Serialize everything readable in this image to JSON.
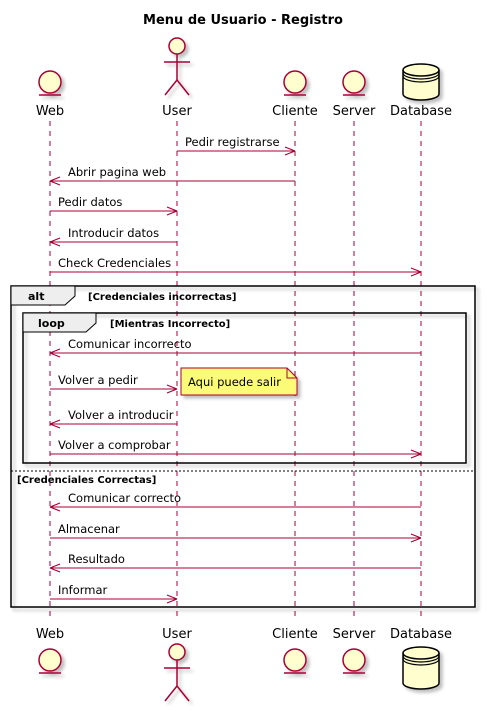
{
  "title": "Menu de Usuario - Registro",
  "colors": {
    "line": "#a80036",
    "participant_fill": "#fefece",
    "note_fill": "#fbfb77",
    "frame": "#000000"
  },
  "participants": [
    {
      "id": "web",
      "label": "Web",
      "kind": "entity-icon"
    },
    {
      "id": "user",
      "label": "User",
      "kind": "actor-icon"
    },
    {
      "id": "cliente",
      "label": "Cliente",
      "kind": "entity-icon"
    },
    {
      "id": "server",
      "label": "Server",
      "kind": "entity-icon"
    },
    {
      "id": "database",
      "label": "Database",
      "kind": "database-icon"
    }
  ],
  "messages": [
    {
      "from": "user",
      "to": "cliente",
      "label": "Pedir registrarse"
    },
    {
      "from": "cliente",
      "to": "web",
      "label": "Abrir pagina web"
    },
    {
      "from": "web",
      "to": "user",
      "label": "Pedir datos"
    },
    {
      "from": "user",
      "to": "web",
      "label": "Introducir datos"
    },
    {
      "from": "web",
      "to": "database",
      "label": "Check Credenciales"
    },
    {
      "from": "database",
      "to": "web",
      "label": "Comunicar incorrecto"
    },
    {
      "from": "web",
      "to": "user",
      "label": "Volver a pedir"
    },
    {
      "from": "user",
      "to": "web",
      "label": "Volver a introducir"
    },
    {
      "from": "web",
      "to": "database",
      "label": "Volver a comprobar"
    },
    {
      "from": "database",
      "to": "web",
      "label": "Comunicar correcto"
    },
    {
      "from": "web",
      "to": "database",
      "label": "Almacenar"
    },
    {
      "from": "database",
      "to": "web",
      "label": "Resultado"
    },
    {
      "from": "web",
      "to": "user",
      "label": "Informar"
    }
  ],
  "alt_frame": {
    "tag": "alt",
    "condition": "[Credenciales incorrectas]",
    "else_condition": "[Credenciales Correctas]"
  },
  "loop_frame": {
    "tag": "loop",
    "condition": "[Mientras Incorrecto]"
  },
  "note": {
    "text": "Aqui puede salir"
  }
}
